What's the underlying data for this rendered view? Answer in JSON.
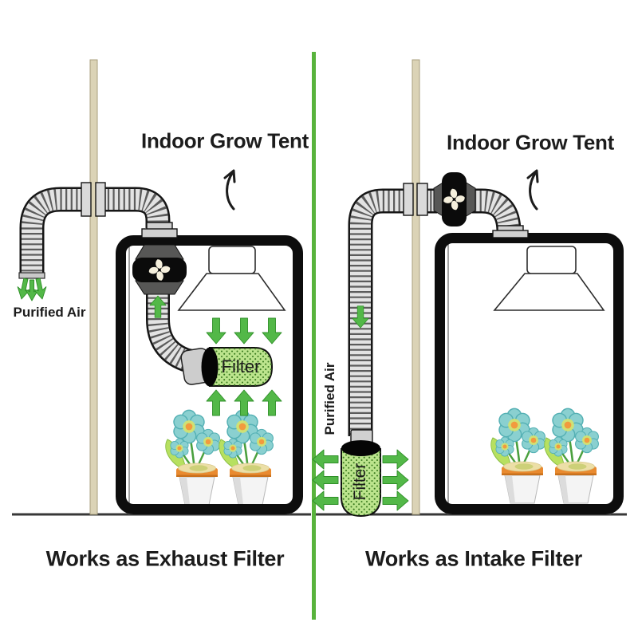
{
  "left_panel": {
    "title": "Indoor Grow Tent",
    "caption": "Works as Exhaust Filter",
    "filter_label": "Filter",
    "purified_air_label": "Purified Air"
  },
  "right_panel": {
    "title": "Indoor Grow Tent",
    "caption": "Works as Intake Filter",
    "filter_label": "Filter",
    "purified_air_label": "Purified Air"
  },
  "icons": {
    "fan": "pinwheel-fan-icon",
    "arrows": "green-airflow-arrows",
    "hand_arrow": "curved-direction-arrow"
  },
  "colors": {
    "divider_green": "#58b33c",
    "arrow_green": "#53b848",
    "filter_green": "#bce48d",
    "filter_dot_green": "#3a7a1f",
    "duct_gray": "#e3e3e3",
    "wall_beige": "#dbd3b6",
    "tent_black": "#0d0d0d",
    "pot_orange": "#e98a2f",
    "flower_teal": "#8ad0d0",
    "leaf_green": "#b7e060",
    "text_black": "#1c1c1c"
  }
}
